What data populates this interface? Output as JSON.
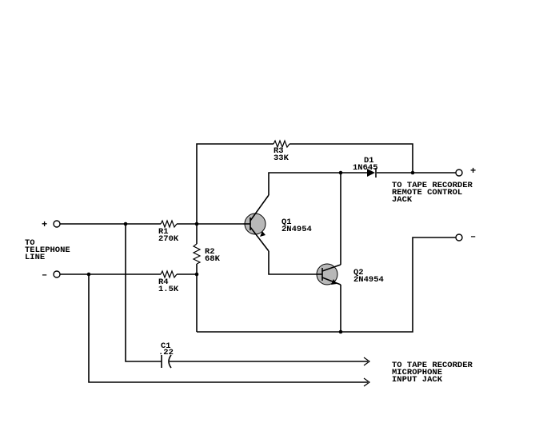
{
  "components": {
    "r1": {
      "ref": "R1",
      "value": "270K"
    },
    "r2": {
      "ref": "R2",
      "value": "68K"
    },
    "r3": {
      "ref": "R3",
      "value": "33K"
    },
    "r4": {
      "ref": "R4",
      "value": "1.5K"
    },
    "c1": {
      "ref": "C1",
      "value": ".22"
    },
    "d1": {
      "ref": "D1",
      "value": "1N645"
    },
    "q1": {
      "ref": "Q1",
      "value": "2N4954"
    },
    "q2": {
      "ref": "Q2",
      "value": "2N4954"
    }
  },
  "labels": {
    "telephone": [
      "TO",
      "TELEPHONE",
      "LINE"
    ],
    "remote": [
      "TO TAPE RECORDER",
      "REMOTE CONTROL",
      "JACK"
    ],
    "microphone": [
      "TO TAPE RECORDER",
      "MICROPHONE",
      "INPUT JACK"
    ],
    "plus": "+",
    "minus": "–"
  }
}
